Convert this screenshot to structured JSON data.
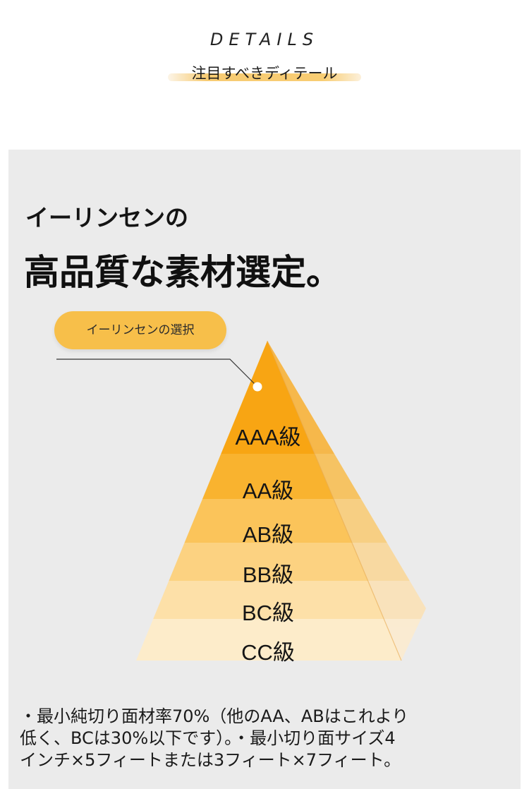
{
  "header": {
    "title": "DETAILS",
    "subtitle": "注目すべきディテール"
  },
  "main": {
    "eyebrow": "イーリンセンの",
    "headline": "高品質な素材選定。",
    "pill_label": "イーリンセンの選択",
    "tiers": [
      "AAA級",
      "AA級",
      "AB級",
      "BB級",
      "BC級",
      "CC級"
    ],
    "tier_colors": [
      "#f8a513",
      "#f9b32f",
      "#fbc45a",
      "#fcd281",
      "#fde0a8",
      "#fdecca"
    ],
    "description_lines": [
      "・最小純切り面材率70%（他のAA、ABはこれより",
      "低く、BCは30%以下です）。・最小切り面サイズ4",
      "インチ×5フィートまたは3フィート×7フィート。"
    ]
  },
  "colors": {
    "accent": "#f7bf4a",
    "panel": "#ebebeb"
  }
}
